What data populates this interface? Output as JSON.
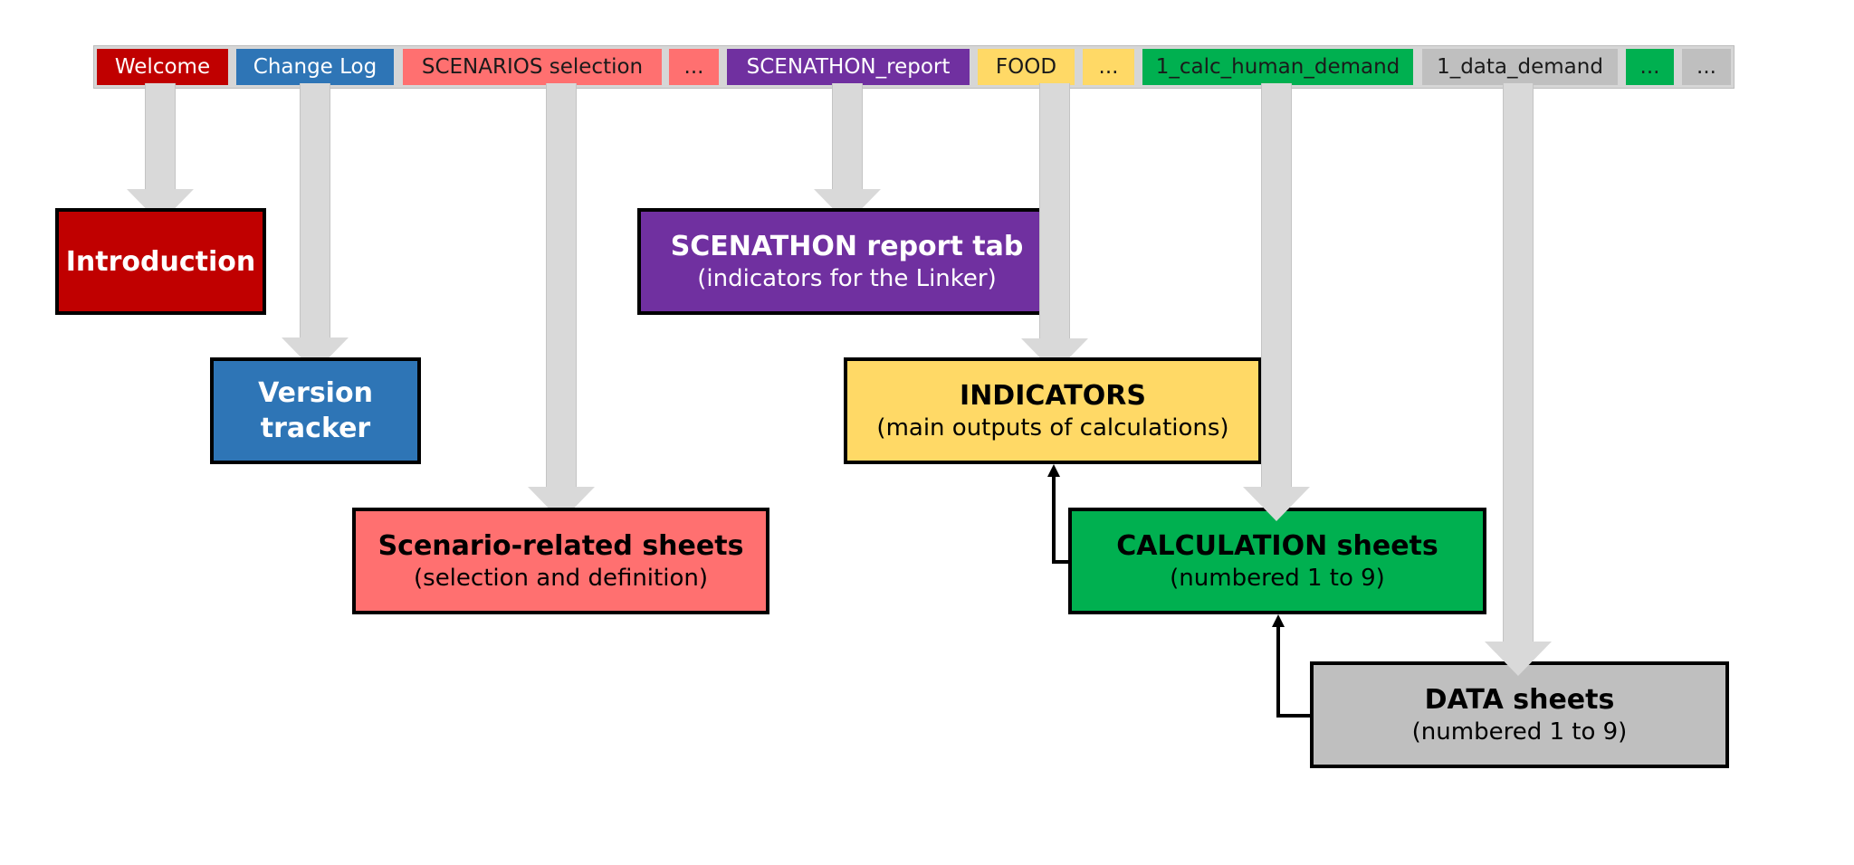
{
  "tabs": [
    {
      "id": "welcome",
      "label": "Welcome",
      "bg": "#c00000",
      "fg": "#ffffff"
    },
    {
      "id": "change-log",
      "label": "Change Log",
      "bg": "#2e75b6",
      "fg": "#ffffff"
    },
    {
      "id": "scenarios-selection",
      "label": "SCENARIOS selection",
      "bg": "#ff7070",
      "fg": "#1a1a1a"
    },
    {
      "id": "more-1",
      "label": "...",
      "bg": "#ff7070",
      "fg": "#1a1a1a"
    },
    {
      "id": "scenathon-report",
      "label": "SCENATHON_report",
      "bg": "#7030a0",
      "fg": "#ffffff"
    },
    {
      "id": "food",
      "label": "FOOD",
      "bg": "#ffd966",
      "fg": "#1a1a1a"
    },
    {
      "id": "more-2",
      "label": "...",
      "bg": "#ffd966",
      "fg": "#1a1a1a"
    },
    {
      "id": "calc-human-demand",
      "label": "1_calc_human_demand",
      "bg": "#00b050",
      "fg": "#1a1a1a"
    },
    {
      "id": "data-demand",
      "label": "1_data_demand",
      "bg": "#bfbfbf",
      "fg": "#1a1a1a"
    },
    {
      "id": "more-3",
      "label": "...",
      "bg": "#00b050",
      "fg": "#1a1a1a"
    },
    {
      "id": "more-4",
      "label": "...",
      "bg": "#bfbfbf",
      "fg": "#1a1a1a"
    }
  ],
  "boxes": {
    "introduction": {
      "title": "Introduction",
      "subtitle": "",
      "bg": "#c00000",
      "fg": "#ffffff"
    },
    "version_tracker": {
      "title": "Version tracker",
      "subtitle": "",
      "bg": "#2e75b6",
      "fg": "#ffffff"
    },
    "scenario_sheets": {
      "title": "Scenario-related sheets",
      "subtitle": "(selection and definition)",
      "bg": "#ff7070",
      "fg": "#000000"
    },
    "scenathon_report": {
      "title": "SCENATHON report tab",
      "subtitle": "(indicators for the Linker)",
      "bg": "#7030a0",
      "fg": "#ffffff"
    },
    "indicators": {
      "title": "INDICATORS",
      "subtitle": "(main outputs of calculations)",
      "bg": "#ffd966",
      "fg": "#000000"
    },
    "calculation_sheets": {
      "title": "CALCULATION sheets",
      "subtitle": "(numbered 1 to 9)",
      "bg": "#00b050",
      "fg": "#000000"
    },
    "data_sheets": {
      "title": "DATA sheets",
      "subtitle": "(numbered 1 to 9)",
      "bg": "#bfbfbf",
      "fg": "#000000"
    }
  },
  "colors": {
    "arrow_fill": "#d9d9d9",
    "connector": "#000000"
  }
}
